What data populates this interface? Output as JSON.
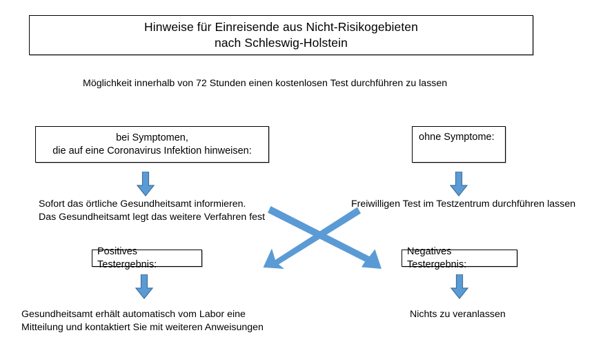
{
  "page": {
    "title_lines": "Hinweise für Einreisende aus Nicht-Risikogebieten\nnach Schleswig-Holstein",
    "subtitle": "Möglichkeit innerhalb von 72 Stunden einen kostenlosen Test durchführen zu lassen"
  },
  "colors": {
    "arrow_fill": "#5B9BD5",
    "arrow_stroke": "#41719C",
    "box_border": "#000000",
    "box_shadow": "#BFBFBF",
    "background": "#FFFFFF",
    "text": "#000000"
  },
  "branches": {
    "symptomatic": {
      "box_label": "bei Symptomen,\ndie auf eine Coronavirus Infektion hinweisen:",
      "action_text": "Sofort das örtliche Gesundheitsamt informieren.\nDas Gesundheitsamt legt das weitere Verfahren fest"
    },
    "asymptomatic": {
      "box_label": "ohne Symptome:",
      "action_text": "Freiwilligen Test im Testzentrum durchführen lassen"
    }
  },
  "results": {
    "positive": {
      "box_label": "Positives Testergebnis:",
      "outcome_text": "Gesundheitsamt erhält automatisch vom Labor eine\nMitteilung und kontaktiert Sie mit weiteren Anweisungen"
    },
    "negative": {
      "box_label": "Negatives Testergebnis:",
      "outcome_text": "Nichts zu veranlassen"
    }
  },
  "arrows": {
    "down_left_top": "down-arrow",
    "down_right_top": "down-arrow",
    "down_left_bottom": "down-arrow",
    "down_right_bottom": "down-arrow",
    "diagonal_to_positive": "diagonal-arrow-down-left",
    "diagonal_to_negative": "diagonal-arrow-down-right"
  }
}
